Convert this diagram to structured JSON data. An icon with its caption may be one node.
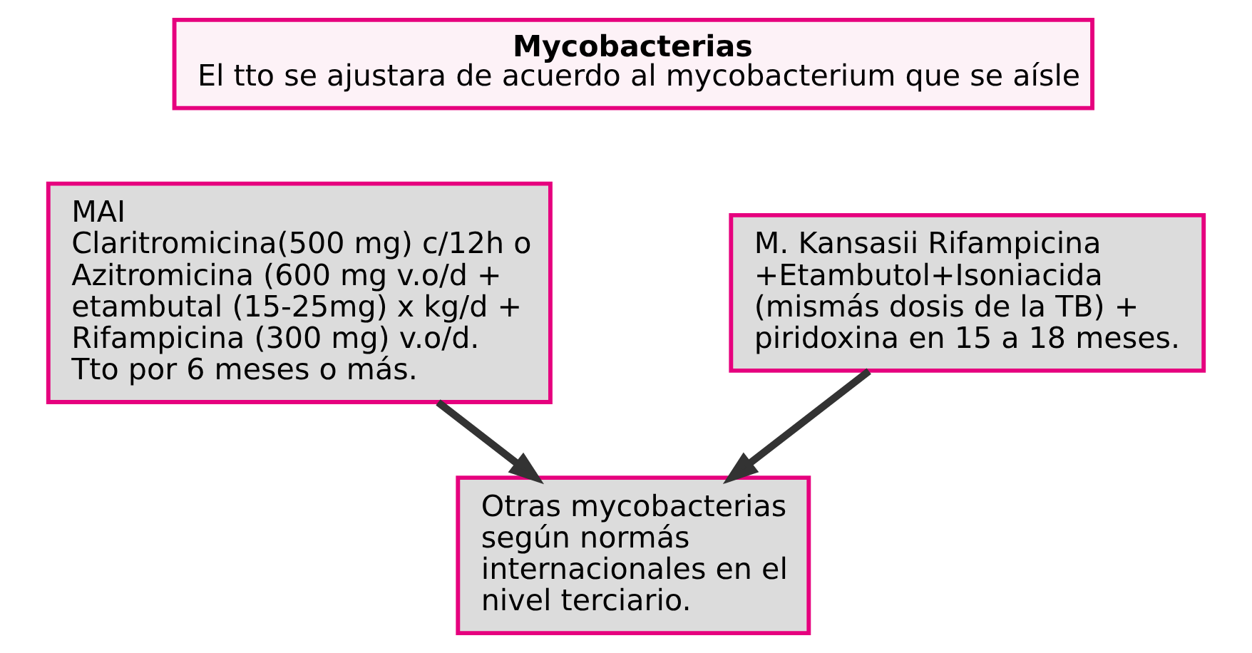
{
  "diagram": {
    "nodes": [
      {
        "text": [
          "Mycobacterias",
          "El tto se ajustara de acuerdo al mycobacterium que se aísle"
        ]
      },
      {
        "text": [
          "MAI",
          "Claritromicina(500 mg) c/12h o Azitromicina (600 mg v.o/d + etambutal (15-25mg) x kg/d + Rifampicina (300 mg) v.o/d. Tto por 6 meses o más."
        ]
      },
      {
        "text": [
          "M. Kansasii Rifampicina +Etambutol+Isoniacida (mismás dosis de la TB) + piridoxina en 15 a 18 meses."
        ]
      },
      {
        "text": [
          "Otras mycobacterias según normás internacionales en el nivel terciario."
        ]
      }
    ],
    "edges": [
      {
        "from": 1,
        "to": 3,
        "arrow": "to"
      },
      {
        "from": 2,
        "to": 3,
        "arrow": "to"
      }
    ]
  }
}
